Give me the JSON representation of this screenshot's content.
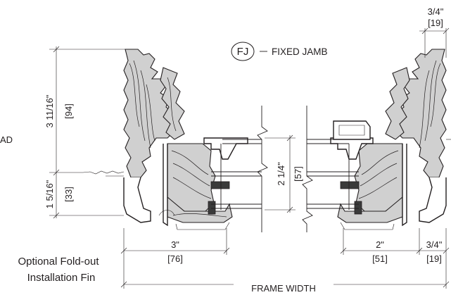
{
  "labels": {
    "callout_code": "FJ",
    "callout_text": "FIXED JAMB",
    "left_edge_fragment": "AD",
    "fin_label_line1": "Optional Fold-out",
    "fin_label_line2": "Installation Fin",
    "frame_width": "FRAME WIDTH"
  },
  "dimensions": {
    "top_right_in": "3/4\"",
    "top_right_mm": "[19]",
    "height_upper_in": "3 11/16\"",
    "height_upper_mm": "[94]",
    "height_lower_in": "1 5/16\"",
    "height_lower_mm": "[33]",
    "glass_in": "2 1/4\"",
    "glass_mm": "[57]",
    "left_width_in": "3\"",
    "left_width_mm": "[76]",
    "right_width_in": "2\"",
    "right_width_mm": "[51]",
    "bottom_right_in": "3/4\"",
    "bottom_right_mm": "[19]"
  }
}
